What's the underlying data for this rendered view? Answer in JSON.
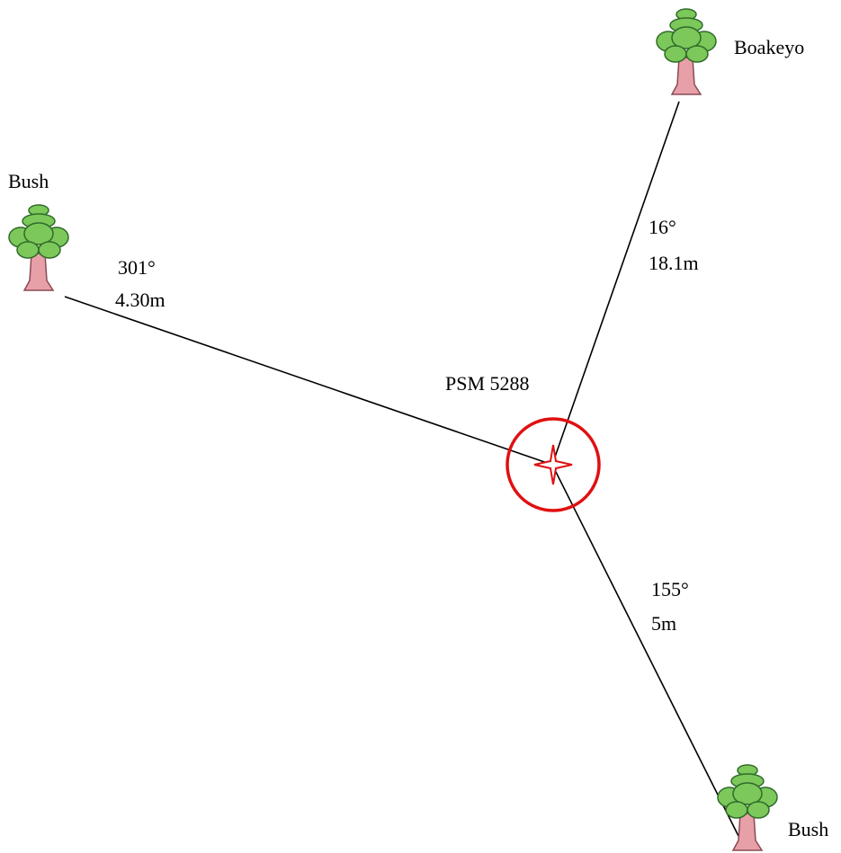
{
  "station": {
    "name": "PSM 5288",
    "marker_color": "#e01010"
  },
  "references": [
    {
      "name": "Boakeyo",
      "icon": "tree-icon",
      "bearing": "16°",
      "distance": "18.1m"
    },
    {
      "name": "Bush",
      "icon": "tree-icon",
      "bearing": "301°",
      "distance": "4.30m"
    },
    {
      "name": "Bush",
      "icon": "tree-icon",
      "bearing": "155°",
      "distance": "5m"
    }
  ],
  "colors": {
    "foliage": "#7cc85a",
    "foliage_outline": "#2f6b2a",
    "trunk": "#e8a0a8",
    "trunk_outline": "#8a4a55",
    "line": "#000000"
  }
}
